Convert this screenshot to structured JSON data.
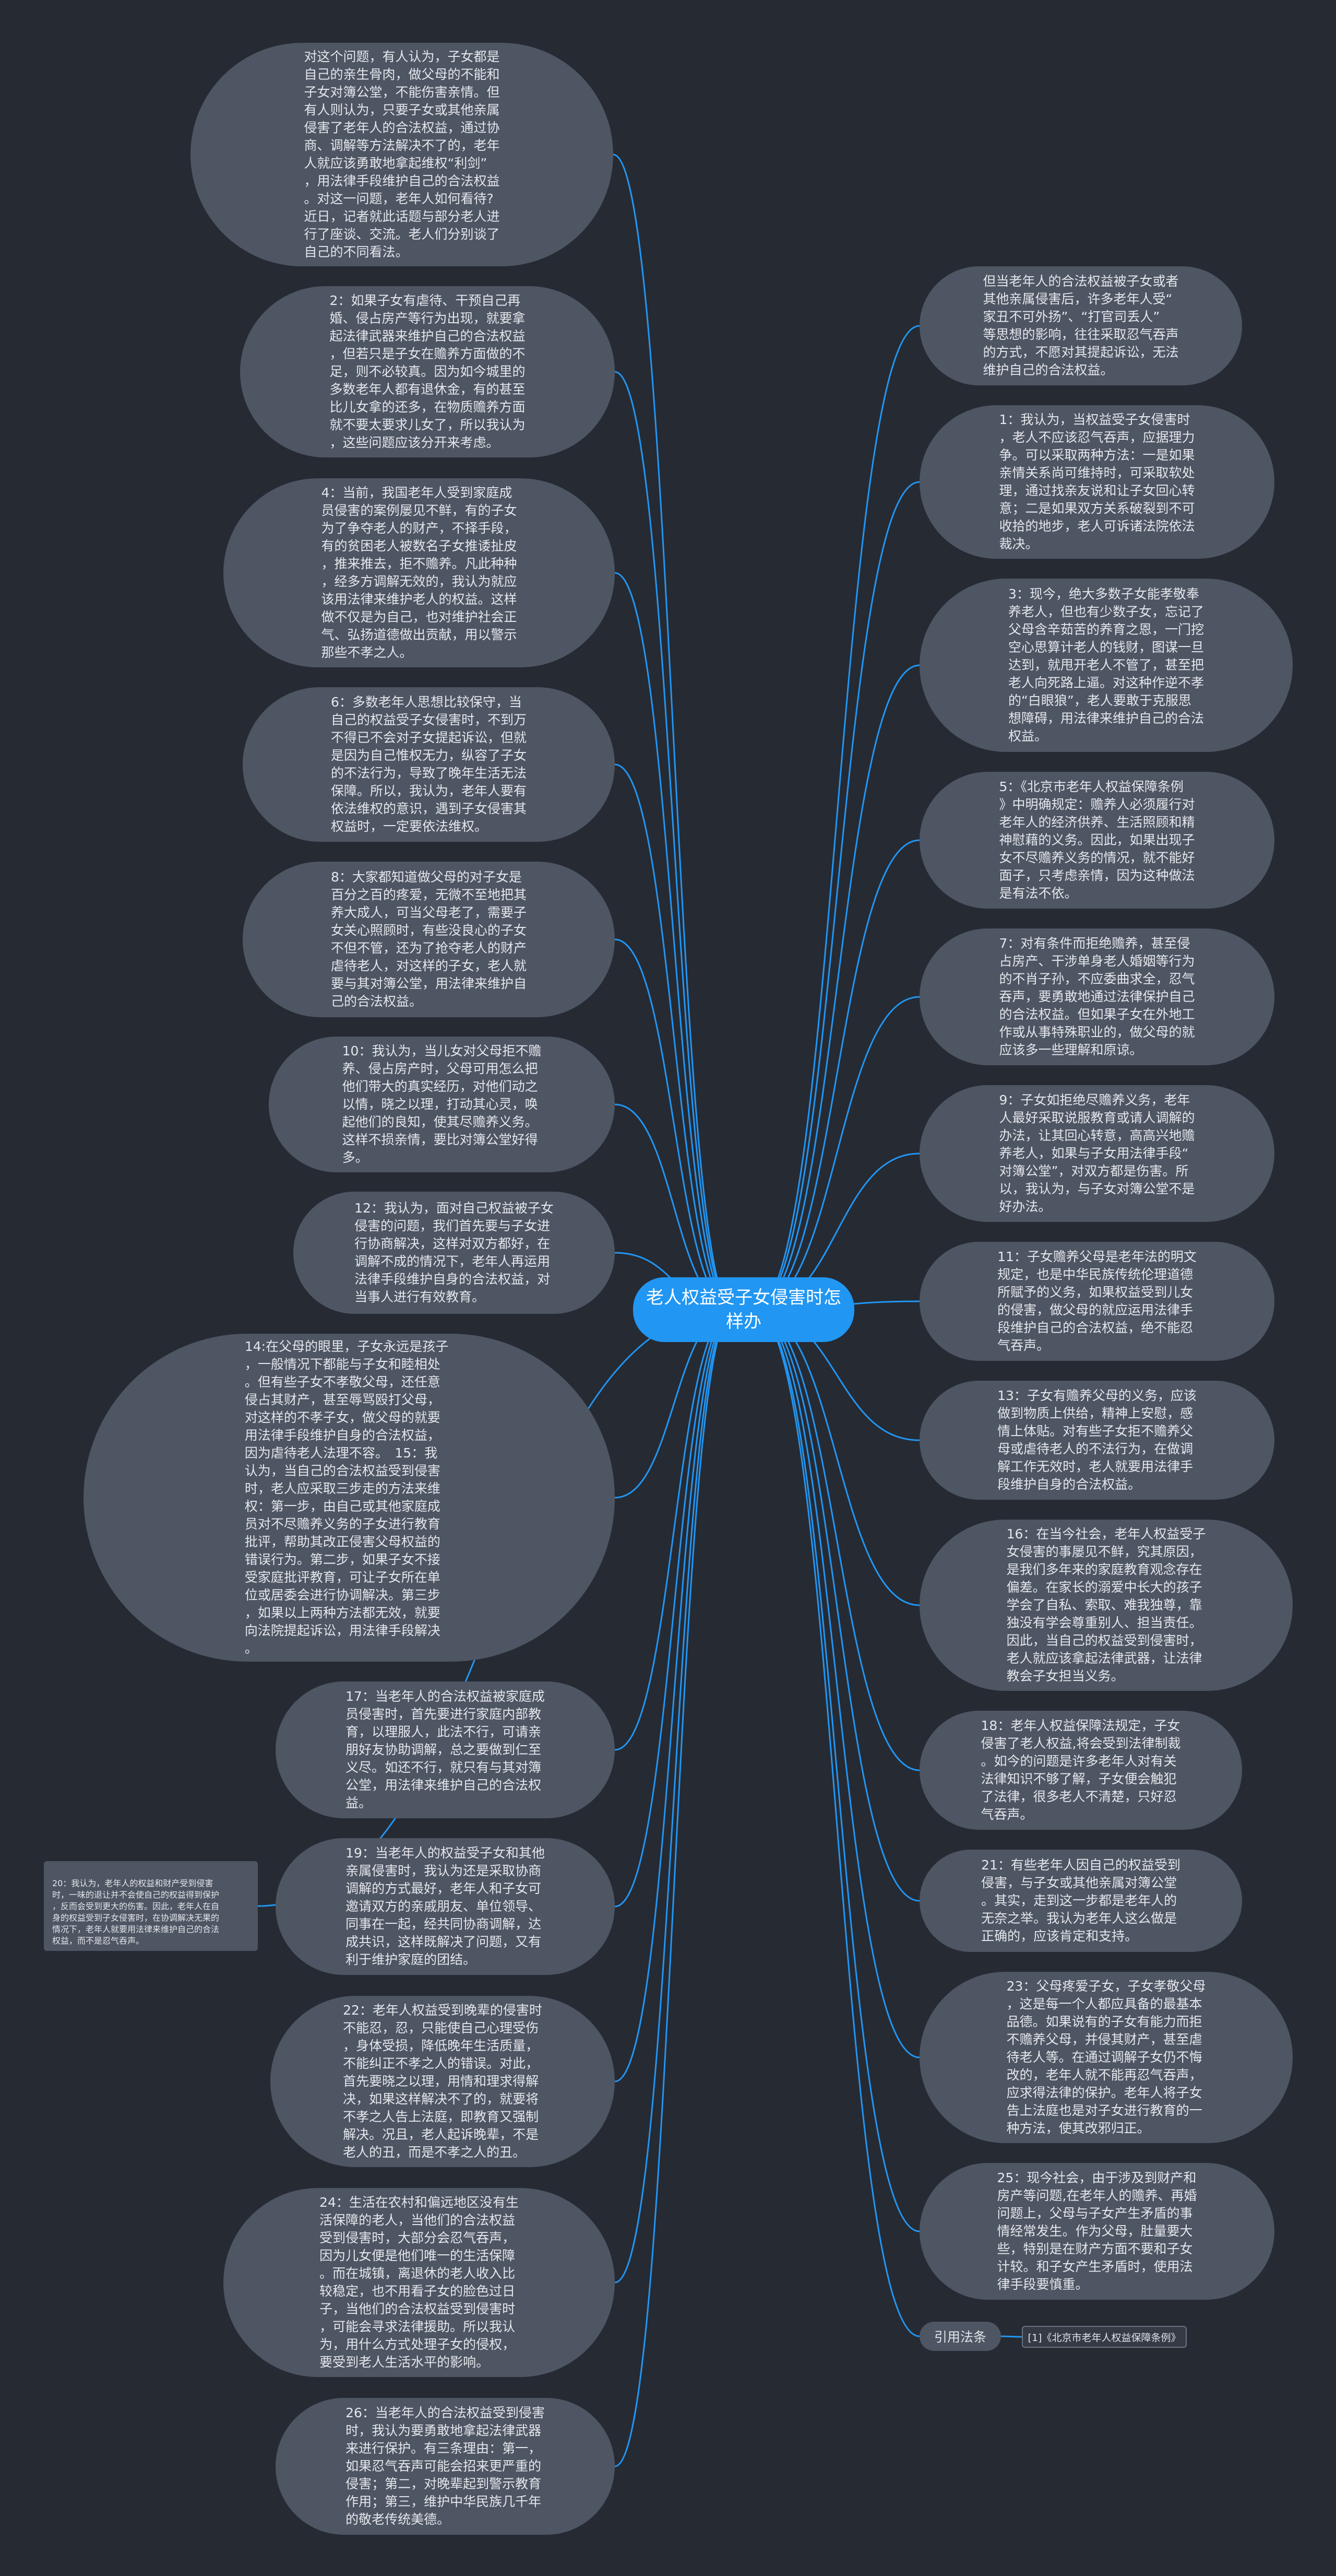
{
  "root": "老人权益受子女侵害时怎\n样办",
  "left_nodes": [
    {
      "id": "l1",
      "text": "对这个问题，有人认为，子女都是\n自己的亲生骨肉，做父母的不能和\n子女对簿公堂，不能伤害亲情。但\n有人则认为，只要子女或其他亲属\n侵害了老年人的合法权益，通过协\n商、调解等方法解决不了的，老年\n人就应该勇敢地拿起维权“利剑”\n，用法律手段维护自己的合法权益\n。对这一问题，老年人如何看待?\n近日，记者就此话题与部分老人进\n行了座谈、交流。老人们分别谈了\n自己的不同看法。"
    },
    {
      "id": "l2",
      "text": "2：如果子女有虐待、干预自己再\n婚、侵占房产等行为出现，就要拿\n起法律武器来维护自己的合法权益\n，但若只是子女在赡养方面做的不\n足，则不必较真。因为如今城里的\n多数老年人都有退休金，有的甚至\n比儿女拿的还多，在物质赡养方面\n就不要太要求儿女了，所以我认为\n，这些问题应该分开来考虑。"
    },
    {
      "id": "l3",
      "text": "4：当前，我国老年人受到家庭成\n员侵害的案例屡见不鲜，有的子女\n为了争夺老人的财产，不择手段，\n有的贫困老人被数名子女推诿扯皮\n，推来推去，拒不赡养。凡此种种\n，经多方调解无效的，我认为就应\n该用法律来维护老人的权益。这样\n做不仅是为自己，也对维护社会正\n气、弘扬道德做出贡献，用以警示\n那些不孝之人。"
    },
    {
      "id": "l4",
      "text": "6：多数老年人思想比较保守，当\n自己的权益受子女侵害时，不到万\n不得已不会对子女提起诉讼，但就\n是因为自己惟权无力，纵容了子女\n的不法行为，导致了晚年生活无法\n保障。所以，我认为，老年人要有\n依法维权的意识，遇到子女侵害其\n权益时，一定要依法维权。"
    },
    {
      "id": "l5",
      "text": "8：大家都知道做父母的对子女是\n百分之百的疼爱，无微不至地把其\n养大成人，可当父母老了，需要子\n女关心照顾时，有些没良心的子女\n不但不管，还为了抢夺老人的财产\n虐待老人，对这样的子女，老人就\n要与其对簿公堂，用法律来维护自\n己的合法权益。"
    },
    {
      "id": "l6",
      "text": "10：我认为，当儿女对父母拒不赡\n养、侵占房产时，父母可用怎么把\n他们带大的真实经历，对他们动之\n以情，晓之以理，打动其心灵，唤\n起他们的良知，使其尽赡养义务。\n这样不损亲情，要比对簿公堂好得\n多。"
    },
    {
      "id": "l7",
      "text": "12：我认为，面对自己权益被子女\n侵害的问题，我们首先要与子女进\n行协商解决，这样对双方都好，在\n调解不成的情况下，老年人再运用\n法律手段维护自身的合法权益，对\n当事人进行有效教育。"
    },
    {
      "id": "l8",
      "text": "14:在父母的眼里，子女永远是孩子\n，一般情况下都能与子女和睦相处\n。但有些子女不孝敬父母，还任意\n侵占其财产，甚至辱骂殴打父母，\n对这样的不孝子女，做父母的就要\n用法律手段维护自身的合法权益，\n因为虐待老人法理不容。　15：我\n认为，当自己的合法权益受到侵害\n时，老人应采取三步走的方法来维\n权：第一步，由自己或其他家庭成\n员对不尽赡养义务的子女进行教育\n批评，帮助其改正侵害父母权益的\n错误行为。第二步，如果子女不接\n受家庭批评教育，可让子女所在单\n位或居委会进行协调解决。第三步\n，如果以上两种方法都无效，就要\n向法院提起诉讼，用法律手段解决\n。"
    },
    {
      "id": "l9",
      "text": "17：当老年人的合法权益被家庭成\n员侵害时，首先要进行家庭内部教\n育，以理服人，此法不行，可请亲\n朋好友协助调解，总之要做到仁至\n义尽。如还不行，就只有与其对簿\n公堂，用法律来维护自己的合法权\n益。"
    },
    {
      "id": "l10",
      "text": "19：当老年人的权益受子女和其他\n亲属侵害时，我认为还是采取协商\n调解的方式最好，老年人和子女可\n邀请双方的亲戚朋友、单位领导、\n同事在一起，经共同协商调解，达\n成共识，这样既解决了问题，又有\n利于维护家庭的团结。"
    },
    {
      "id": "l11",
      "text": "22：老年人权益受到晚辈的侵害时\n不能忍，忍，只能使自己心理受伤\n，身体受损，降低晚年生活质量，\n不能纠正不孝之人的错误。对此，\n首先要晓之以理，用情和理求得解\n决，如果这样解决不了的，就要将\n不孝之人告上法庭，即教育又强制\n解决。况且，老人起诉晚辈，不是\n老人的丑，而是不孝之人的丑。"
    },
    {
      "id": "l12",
      "text": "24：生活在农村和偏远地区没有生\n活保障的老人，当他们的合法权益\n受到侵害时，大部分会忍气吞声，\n因为儿女便是他们唯一的生活保障\n。而在城镇，离退休的老人收入比\n较稳定，也不用看子女的脸色过日\n子，当他们的合法权益受到侵害时\n，可能会寻求法律援助。所以我认\n为，用什么方式处理子女的侵权，\n要受到老人生活水平的影响。"
    },
    {
      "id": "l13",
      "text": "26：当老年人的合法权益受到侵害\n时，我认为要勇敢地拿起法律武器\n来进行保护。有三条理由：第一，\n如果忍气吞声可能会招来更严重的\n侵害；第二，对晚辈起到警示教育\n作用；第三，维护中华民族几千年\n的敬老传统美德。"
    }
  ],
  "right_nodes": [
    {
      "id": "r1",
      "text": "但当老年人的合法权益被子女或者\n其他亲属侵害后，许多老年人受“\n家丑不可外扬”、“打官司丢人”\n等思想的影响，往往采取忍气吞声\n的方式，不愿对其提起诉讼，无法\n维护自己的合法权益。"
    },
    {
      "id": "r2",
      "text": "1：我认为，当权益受子女侵害时\n，老人不应该忍气吞声，应据理力\n争。可以采取两种方法：一是如果\n亲情关系尚可维持时，可采取软处\n理，通过找亲友说和让子女回心转\n意；二是如果双方关系破裂到不可\n收拾的地步，老人可诉诸法院依法\n裁决。"
    },
    {
      "id": "r3",
      "text": "3：现今，绝大多数子女能孝敬奉\n养老人，但也有少数子女，忘记了\n父母含辛茹苦的养育之恩，一门挖\n空心思算计老人的钱财，图谋一旦\n达到，就甩开老人不管了，甚至把\n老人向死路上逼。对这种作逆不孝\n的“白眼狼”，老人要敢于克服思\n想障碍，用法律来维护自己的合法\n权益。"
    },
    {
      "id": "r4",
      "text": "5：《北京市老年人权益保障条例\n》中明确规定：赡养人必须履行对\n老年人的经济供养、生活照顾和精\n神慰藉的义务。因此，如果出现子\n女不尽赡养义务的情况，就不能好\n面子，只考虑亲情，因为这种做法\n是有法不依。"
    },
    {
      "id": "r5",
      "text": "7：对有条件而拒绝赡养，甚至侵\n占房产、干涉单身老人婚姻等行为\n的不肖子孙，不应委曲求全，忍气\n吞声，要勇敢地通过法律保护自己\n的合法权益。但如果子女在外地工\n作或从事特殊职业的，做父母的就\n应该多一些理解和原谅。"
    },
    {
      "id": "r6",
      "text": "9：子女如拒绝尽赡养义务，老年\n人最好采取说服教育或请人调解的\n办法，让其回心转意，高高兴地赡\n养老人，如果与子女用法律手段“\n对簿公堂”，对双方都是伤害。所\n以，我认为，与子女对簿公堂不是\n好办法。"
    },
    {
      "id": "r7",
      "text": "11：子女赡养父母是老年法的明文\n规定，也是中华民族传统伦理道德\n所赋予的义务，如果权益受到儿女\n的侵害，做父母的就应运用法律手\n段维护自己的合法权益，绝不能忍\n气吞声。"
    },
    {
      "id": "r8",
      "text": "13：子女有赡养父母的义务，应该\n做到物质上供给，精神上安慰，感\n情上体贴。对有些子女拒不赡养父\n母或虐待老人的不法行为，在做调\n解工作无效时，老人就要用法律手\n段维护自身的合法权益。"
    },
    {
      "id": "r9",
      "text": "16：在当今社会，老年人权益受子\n女侵害的事屡见不鲜，究其原因，\n是我们多年来的家庭教育观念存在\n偏差。在家长的溺爱中长大的孩子\n学会了自私、索取、难我独尊，靠\n独没有学会尊重别人、担当责任。\n因此，当自己的权益受到侵害时，\n老人就应该拿起法律武器，让法律\n教会子女担当义务。"
    },
    {
      "id": "r10",
      "text": "18：老年人权益保障法规定，子女\n侵害了老人权益,将会受到法律制裁\n。如今的问题是许多老年人对有关\n法律知识不够了解，子女便会触犯\n了法律，很多老人不清楚，只好忍\n气吞声。"
    },
    {
      "id": "r11",
      "text": "21：有些老年人因自己的权益受到\n侵害，与子女或其他亲属对簿公堂\n。其实，走到这一步都是老年人的\n无奈之举。我认为老年人这么做是\n正确的，应该肯定和支持。"
    },
    {
      "id": "r12",
      "text": "23：父母疼爱子女，子女孝敬父母\n，这是每一个人都应具备的最基本\n品德。如果说有的子女有能力而拒\n不赡养父母，并侵其财产，甚至虐\n待老人等。在通过调解子女仍不悔\n改的，老年人就不能再忍气吞声，\n应求得法律的保护。老年人将子女\n告上法庭也是对子女进行教育的一\n种方法，使其改邪归正。"
    },
    {
      "id": "r13",
      "text": "25：现今社会，由于涉及到财产和\n房产等问题,在老年人的赡养、再婚\n问题上，父母与子女产生矛盾的事\n情经常发生。作为父母，肚量要大\n些，特别是在财产方面不要和子女\n计较。和子女产生矛盾时，使用法\n律手段要慎重。"
    }
  ],
  "note_20": "20：我认为，老年人的权益和财产受到侵害\n时，一味的退让并不会使自己的权益得到保护\n，反而会受到更大的伤害。因此，老年人在自\n身的权益受到子女侵害时，在协调解决无果的\n情况下，老年人就要用法律来维护自己的合法\n权益，而不是忍气吞声。",
  "ref": {
    "label": "引用法条",
    "item": "[1]《北京市老年人权益保障条例》"
  },
  "colors": {
    "background": "#262a33",
    "node": "#4e5563",
    "root": "#2196f3",
    "link": "#2196f3",
    "text": "#e4e7ec"
  }
}
